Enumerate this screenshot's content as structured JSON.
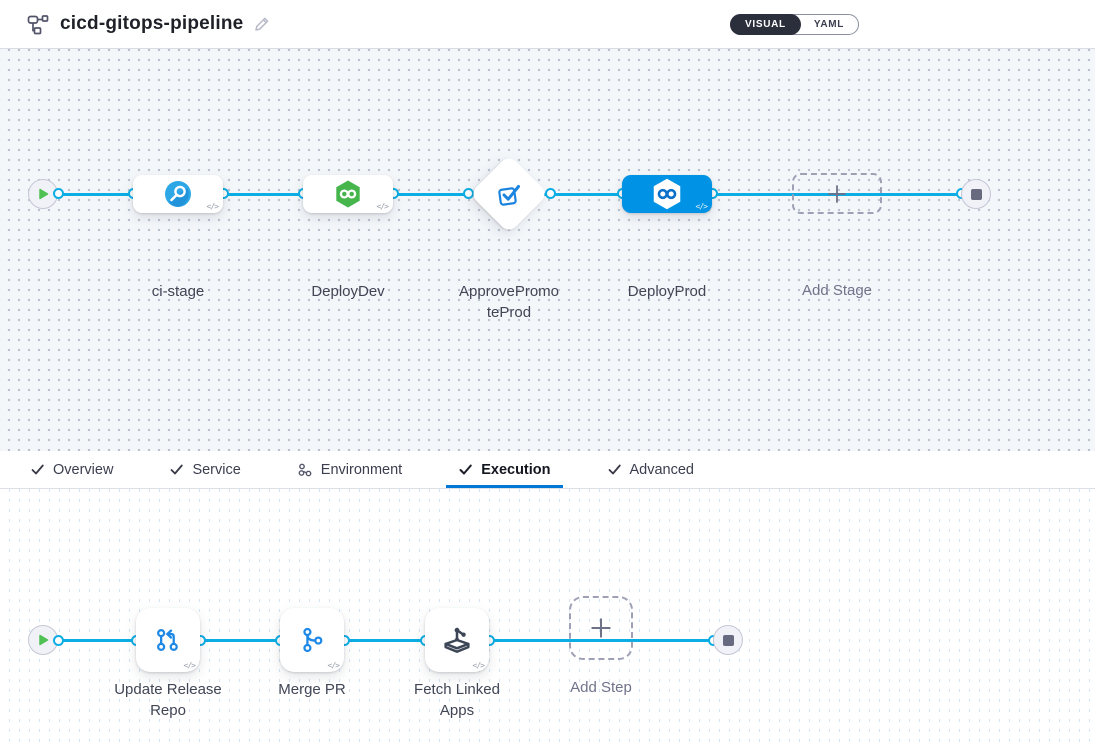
{
  "header": {
    "title": "cicd-gitops-pipeline",
    "view_toggle": {
      "visual_label": "VISUAL",
      "yaml_label": "YAML",
      "selected": "VISUAL"
    }
  },
  "stage_pipeline": {
    "stages": [
      {
        "label": "ci-stage",
        "type": "ci-build-stage",
        "selected": false
      },
      {
        "label": "DeployDev",
        "type": "cd-gitops-stage",
        "selected": false
      },
      {
        "label": "ApprovePromoteProd",
        "type": "approval-stage",
        "selected": false
      },
      {
        "label": "DeployProd",
        "type": "cd-gitops-stage",
        "selected": true
      }
    ],
    "add_stage_label": "Add Stage"
  },
  "tabs": [
    {
      "label": "Overview",
      "icon": "check",
      "active": false
    },
    {
      "label": "Service",
      "icon": "check",
      "active": false
    },
    {
      "label": "Environment",
      "icon": "environment-nodes",
      "active": false
    },
    {
      "label": "Execution",
      "icon": "check",
      "active": true
    },
    {
      "label": "Advanced",
      "icon": "check",
      "active": false
    }
  ],
  "execution": {
    "steps": [
      {
        "label": "Update Release Repo",
        "type": "update-release-repo-step"
      },
      {
        "label": "Merge PR",
        "type": "merge-pr-step"
      },
      {
        "label": "Fetch Linked Apps",
        "type": "fetch-linked-apps-step"
      }
    ],
    "add_step_label": "Add Step"
  },
  "icons": {
    "code_glyph": "</>"
  },
  "colors": {
    "flow_line": "#0cade4",
    "selected_stage": "#0092e4",
    "active_tab_underline": "#0278d5",
    "cd_green": "#46b54c",
    "play_green": "#50c254",
    "approval_blue": "#1b84df",
    "git_blue": "#1d88e5"
  }
}
